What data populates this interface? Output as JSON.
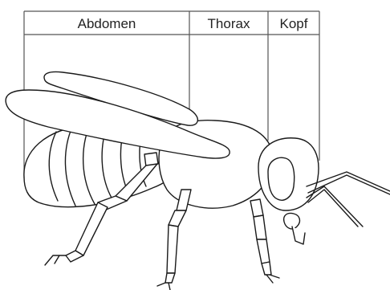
{
  "labels": {
    "abdomen": "Abdomen",
    "thorax": "Thorax",
    "kopf": "Kopf"
  },
  "colors": {
    "stroke": "#1a1a1a",
    "table_line": "#555555",
    "fill": "#ffffff"
  }
}
